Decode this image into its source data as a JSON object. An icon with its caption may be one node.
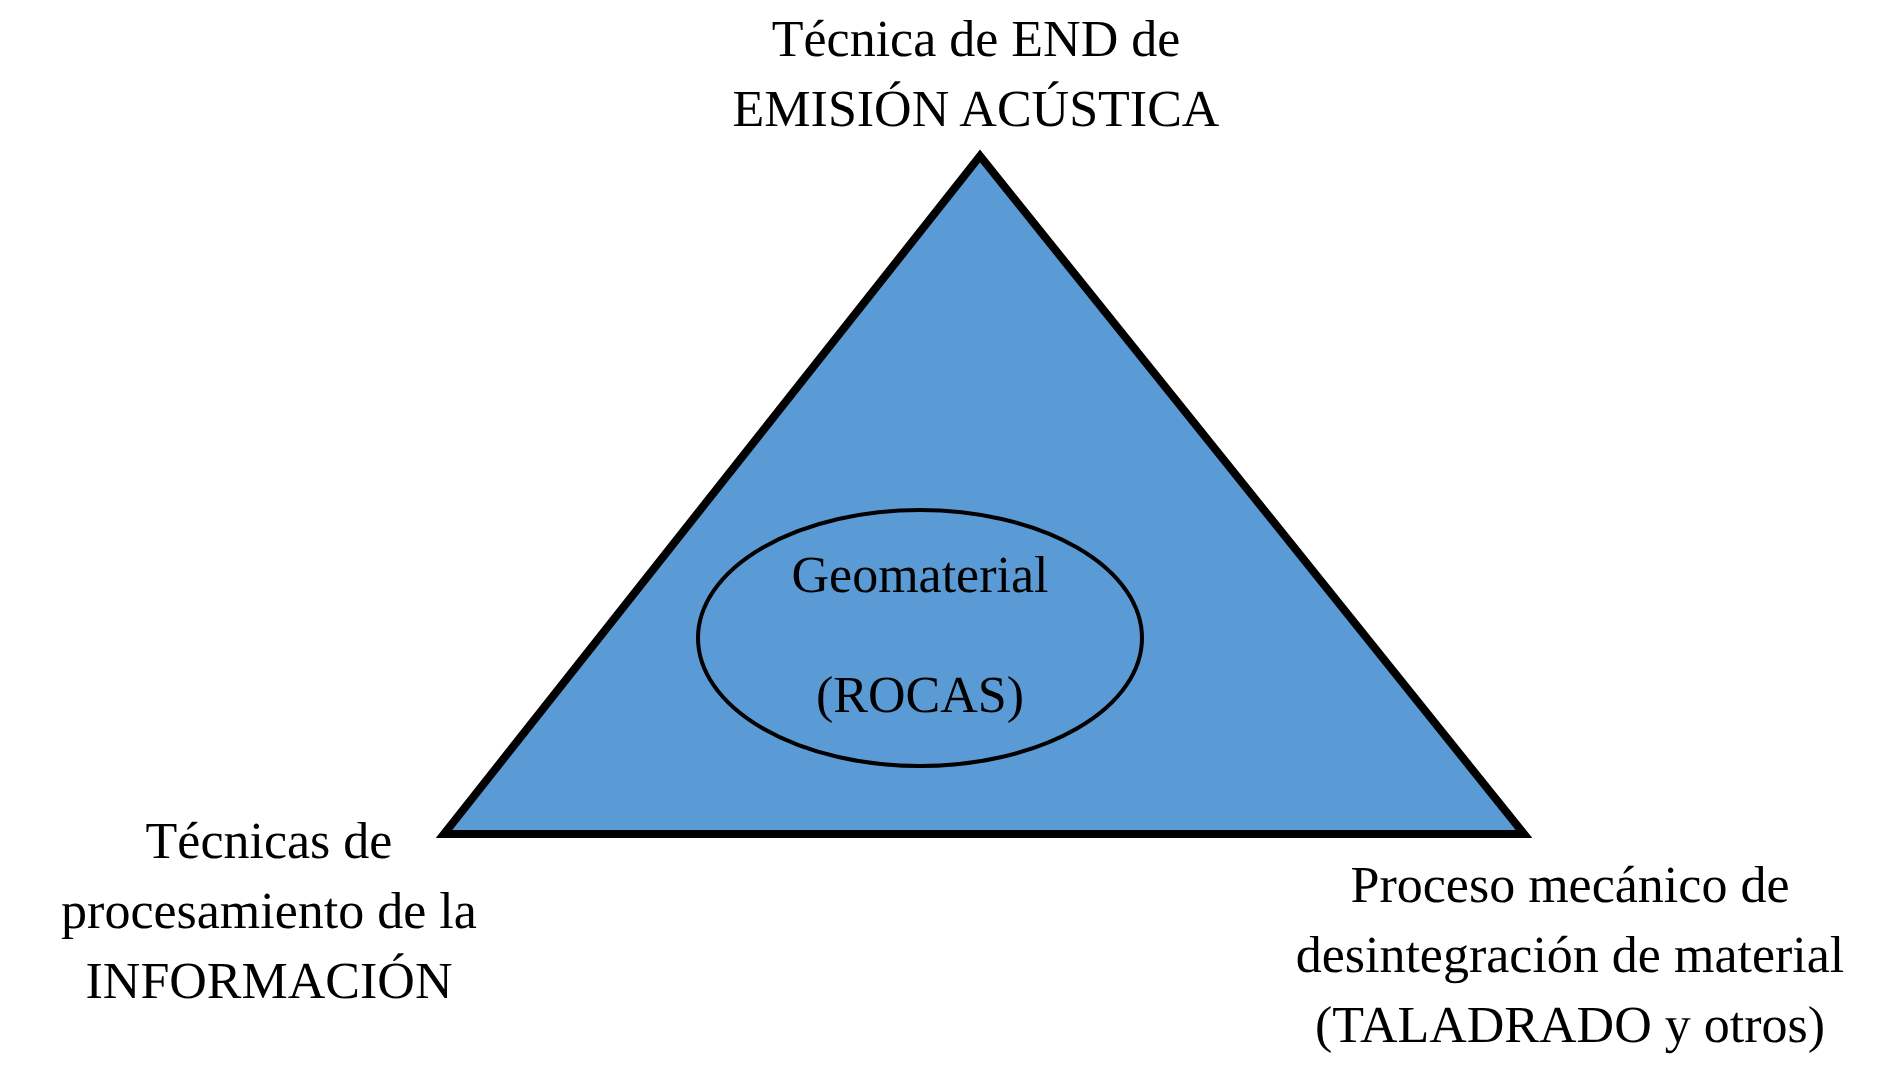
{
  "diagram": {
    "nodes": [
      {
        "text": [],
        "shape": "triangle",
        "beside": [
          "Técnica de END de EMISIÓN ACÚSTICA",
          "Técnicas de procesamiento de la INFORMACIÓN",
          "Proceso mecánico de desintegración de material (TALADRADO y otros)"
        ]
      },
      {
        "text": [
          "Geomaterial",
          "(ROCAS)"
        ],
        "in": 0
      }
    ]
  }
}
